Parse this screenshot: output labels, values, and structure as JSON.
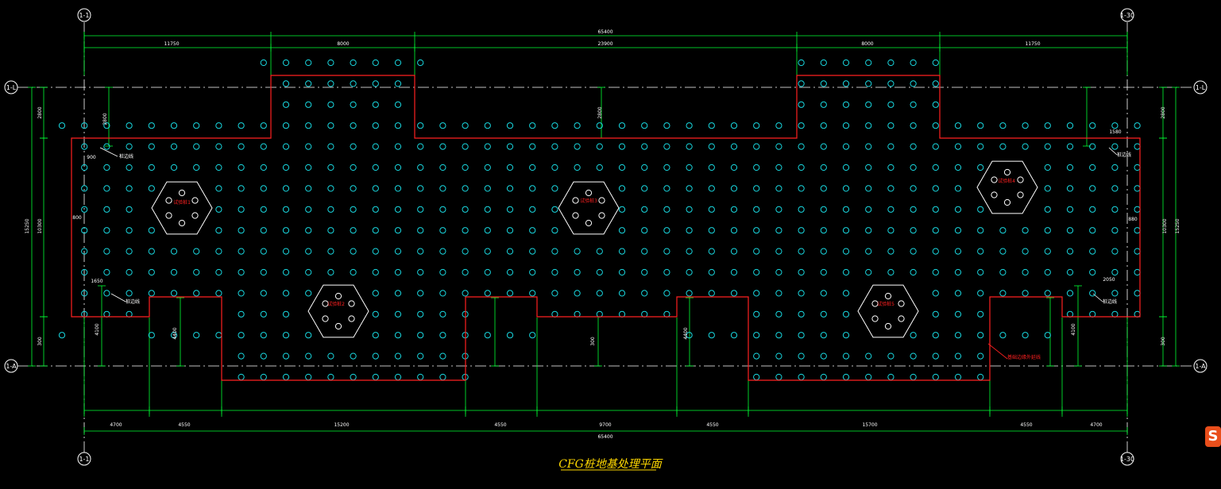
{
  "drawing": {
    "title": "CFG桩地基处理平面",
    "colors": {
      "background": "#000000",
      "pile": "#19d8e0",
      "boundary": "#ff2020",
      "dimension": "#00ff33",
      "axis": "#ffffff",
      "title": "#ffd800",
      "badge": "#e94e1b"
    },
    "axes": {
      "left_top": "1-1",
      "right_top": "1-30",
      "left_bottom": "1-1",
      "right_bottom": "1-30",
      "row_top": "1-L",
      "row_bottom": "1-A"
    },
    "top_dims": {
      "overall": "65400",
      "segments": [
        "11750",
        "8000",
        "23900",
        "8000",
        "11750"
      ]
    },
    "bottom_dims": {
      "overall": "65400",
      "segments": [
        "4700",
        "4550",
        "15200",
        "4550",
        "9700",
        "4550",
        "15700",
        "4550",
        "4700"
      ]
    },
    "side_dims": {
      "left_outer": "15250",
      "left_inner": "10300",
      "right_outer": "15250",
      "right_inner": "10300",
      "top_small": [
        "2800",
        "2800",
        "2800",
        "2800"
      ],
      "bottom_small": [
        "300",
        "4100",
        "4400",
        "300",
        "4400",
        "4100",
        "300"
      ],
      "notes": [
        "900",
        "800",
        "1650",
        "1580",
        "880",
        "2050"
      ]
    },
    "test_pile_labels": [
      "试验桩1",
      "试验桩2",
      "试验桩3",
      "试验桩4",
      "试验桩5"
    ],
    "callouts": [
      "桩边线",
      "桩边线",
      "桩边线",
      "桩边线"
    ],
    "boundary_note": "基础边缘外延线",
    "badge": "S"
  }
}
